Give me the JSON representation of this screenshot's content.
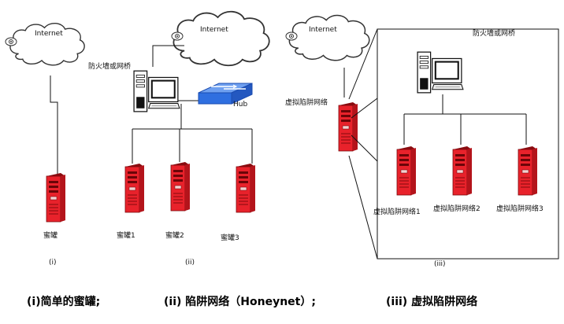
{
  "panel_i": {
    "cloud_label": "Internet",
    "server_label": "蜜罐",
    "roman": "(i)"
  },
  "panel_ii": {
    "cloud_label": "Internet",
    "firewall_label": "防火墙或网桥",
    "hub_label": "Hub",
    "servers": [
      "蜜罐1",
      "蜜罐2",
      "蜜罐3"
    ],
    "roman": "(ii)"
  },
  "panel_iii": {
    "cloud_label": "Internet",
    "box_label": "防火墙或网桥",
    "virtual_label": "虚拟陷阱网络",
    "servers": [
      "虚拟陷阱网络1",
      "虚拟陷阱网络2",
      "虚拟陷阱网络3"
    ],
    "roman": "(iii)"
  },
  "captions": [
    "(i)简单的蜜罐;",
    "(ii) 陷阱网络（Honeynet）;",
    "(iii) 虚拟陷阱网络"
  ],
  "colors": {
    "server_red": "#e8222b",
    "server_dark": "#8a0c10",
    "hub_blue": "#2f6fe0",
    "cloud_stroke": "#333333"
  }
}
